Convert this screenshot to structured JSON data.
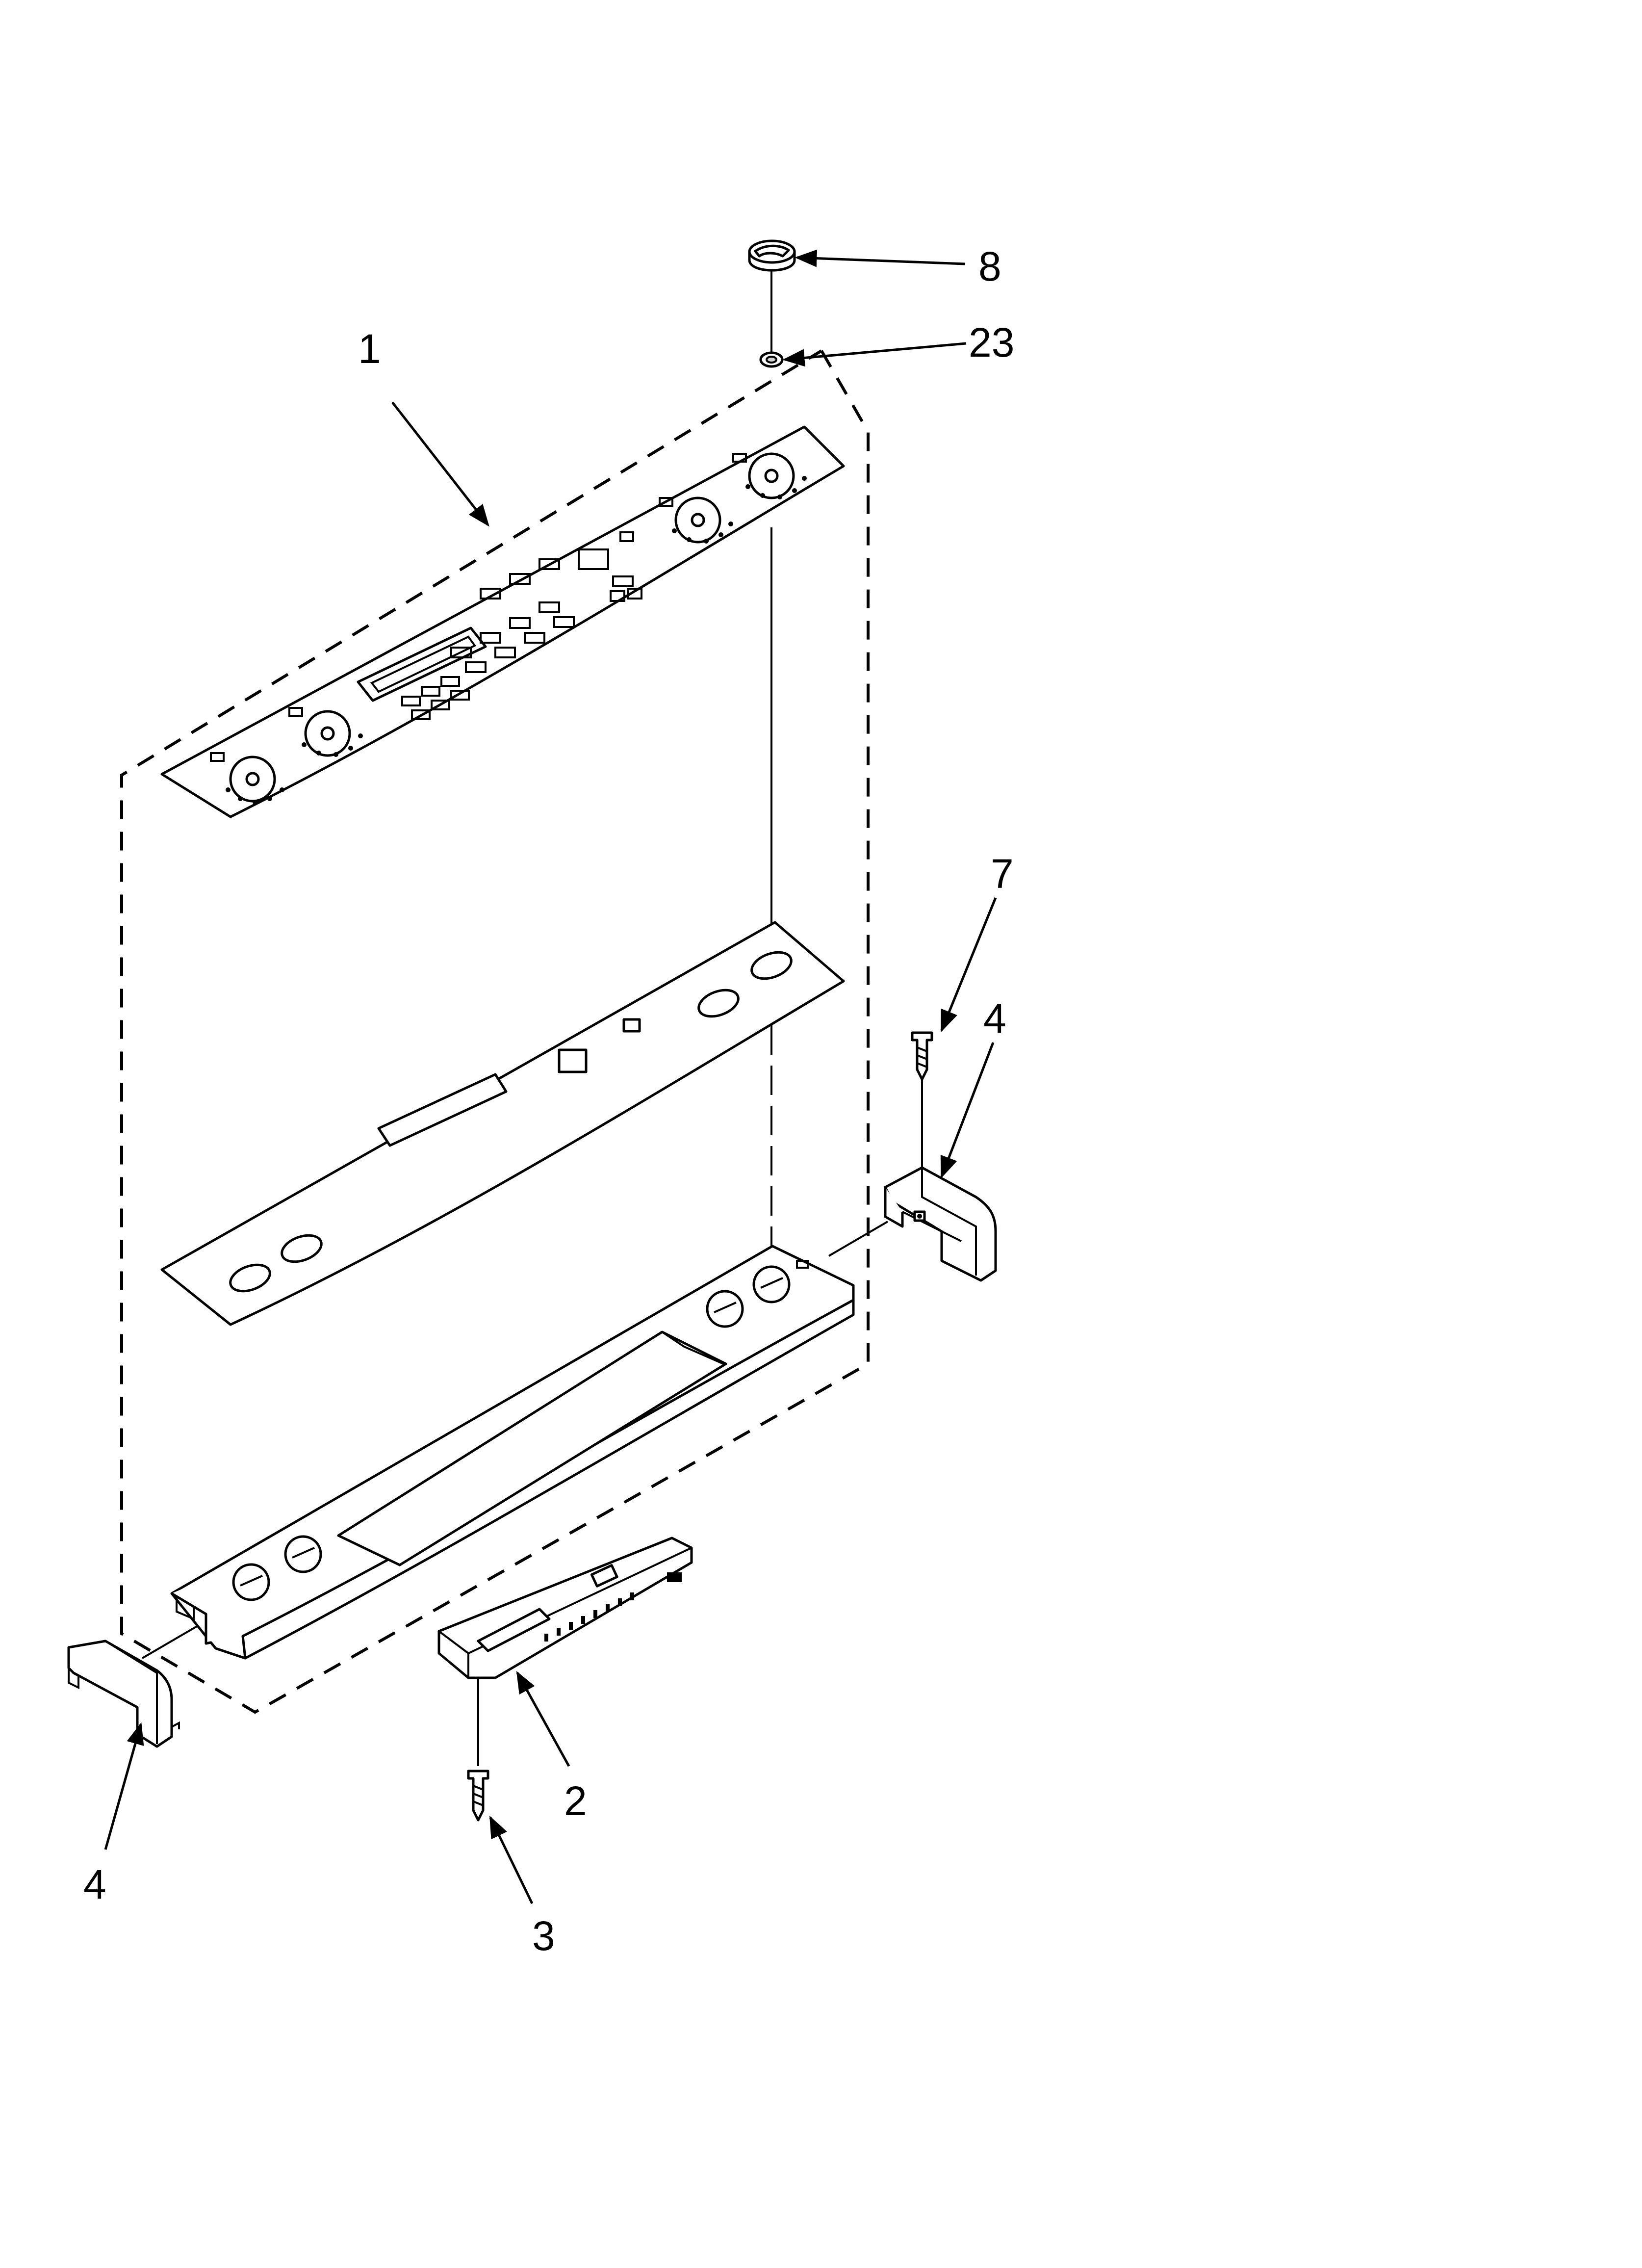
{
  "diagram": {
    "callouts": [
      {
        "id": "8",
        "label": "8"
      },
      {
        "id": "23",
        "label": "23"
      },
      {
        "id": "1",
        "label": "1"
      },
      {
        "id": "7",
        "label": "7"
      },
      {
        "id": "4r",
        "label": "4"
      },
      {
        "id": "2",
        "label": "2"
      },
      {
        "id": "4l",
        "label": "4"
      },
      {
        "id": "3",
        "label": "3"
      }
    ]
  }
}
